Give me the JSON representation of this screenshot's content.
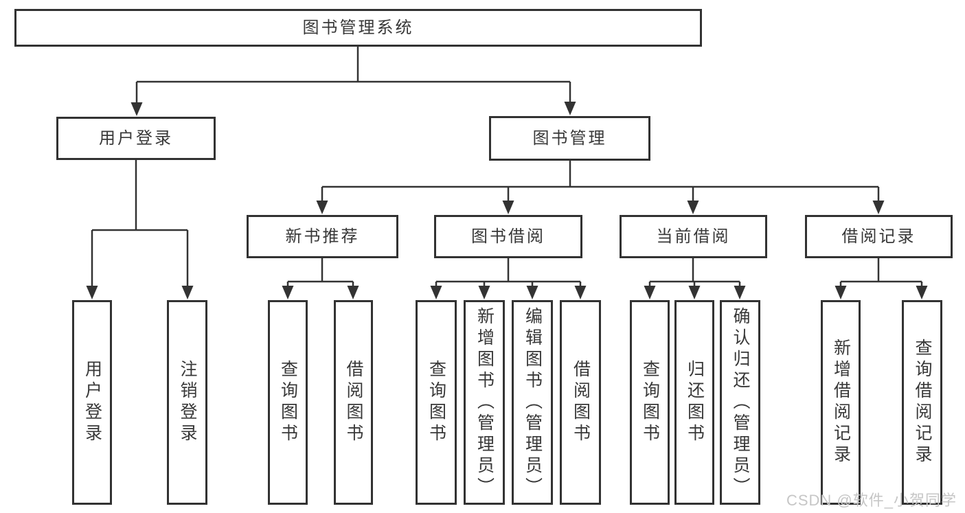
{
  "diagram_type": "hierarchy-tree",
  "colors": {
    "line": "#333333",
    "box_border": "#323232",
    "background": "#ffffff",
    "watermark": "#c6c6c6"
  },
  "tree": {
    "root": {
      "label": "图书管理系统"
    },
    "user_login": {
      "label": "用户登录",
      "children": {
        "login": "用户登录",
        "logout": "注销登录"
      }
    },
    "book_mgmt": {
      "label": "图书管理",
      "sections": {
        "new_book": {
          "label": "新书推荐",
          "children": {
            "query": "查询图书",
            "borrow": "借阅图书"
          }
        },
        "book_borrow": {
          "label": "图书借阅",
          "children": {
            "query": "查询图书",
            "add": "新增图书（管理员）",
            "edit": "编辑图书（管理员）",
            "borrow": "借阅图书"
          }
        },
        "current_borrow": {
          "label": "当前借阅",
          "children": {
            "query": "查询图书",
            "return": "归还图书",
            "confirm": "确认归还（管理员）"
          }
        },
        "borrow_record": {
          "label": "借阅记录",
          "children": {
            "add": "新增借阅记录",
            "query": "查询借阅记录"
          }
        }
      }
    }
  },
  "watermark": "CSDN @软件_小贺同学"
}
